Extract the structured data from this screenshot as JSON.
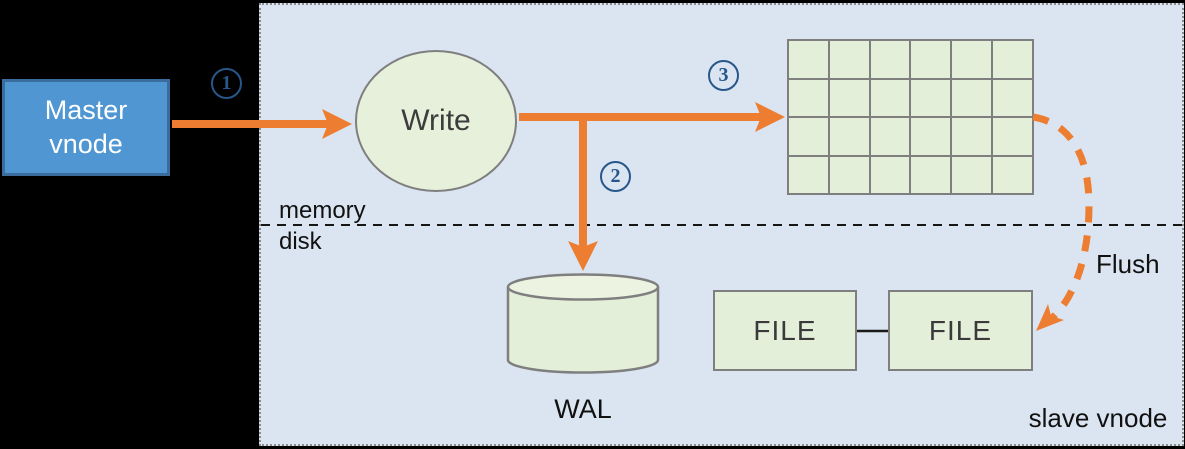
{
  "master_vnode": {
    "line1": "Master",
    "line2": "vnode"
  },
  "write_node": {
    "label": "Write"
  },
  "steps": [
    {
      "n": "1"
    },
    {
      "n": "2"
    },
    {
      "n": "3"
    }
  ],
  "memtable": {
    "rows": 4,
    "cols": 6
  },
  "files": [
    {
      "label": "FILE"
    },
    {
      "label": "FILE"
    }
  ],
  "labels": {
    "memory": "memory",
    "disk": "disk",
    "wal": "WAL",
    "flush": "Flush",
    "slave_vnode": "slave vnode"
  },
  "colors": {
    "accent_orange": "#ed7d31",
    "panel_fill": "#dbe5f1",
    "node_fill": "#e4efd9",
    "node_border": "#7f7f7f",
    "master_fill": "#4f96d2",
    "master_border": "#3a6d9e",
    "step_badge": "#27578a"
  }
}
